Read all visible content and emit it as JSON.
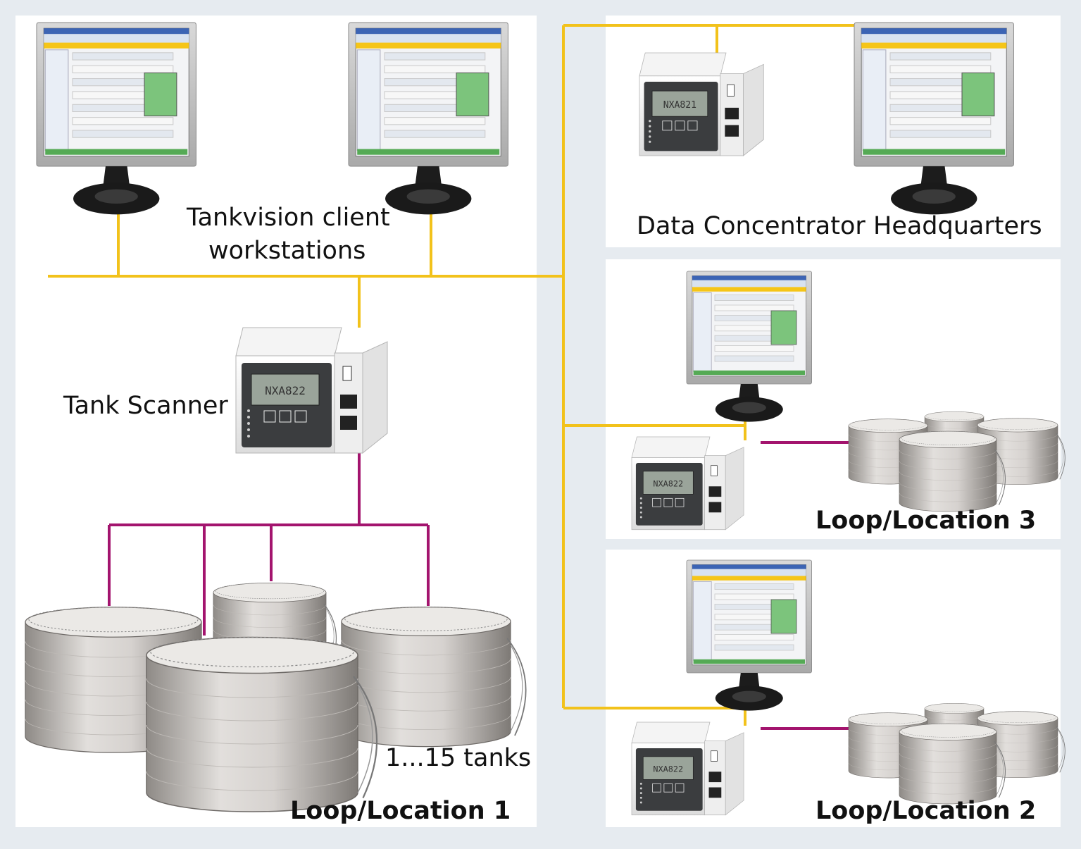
{
  "labels": {
    "tankvision_line1": "Tankvision client",
    "tankvision_line2": "workstations",
    "data_concentrator": "Data Concentrator",
    "headquarters": "Headquarters",
    "tank_scanner": "Tank Scanner",
    "tanks_count": "1...15 tanks",
    "loop1": "Loop/Location 1",
    "loop2": "Loop/Location 2",
    "loop3": "Loop/Location 3"
  },
  "device_displays": {
    "scanner_main": "NXA822",
    "data_concentrator": "NXA821",
    "scanner_loop3": "NXA822",
    "scanner_loop2": "NXA822"
  },
  "colors": {
    "background": "#e6ebf0",
    "panel": "#ffffff",
    "ethernet_line": "#f2c21b",
    "fieldbus_line": "#a3146e"
  }
}
